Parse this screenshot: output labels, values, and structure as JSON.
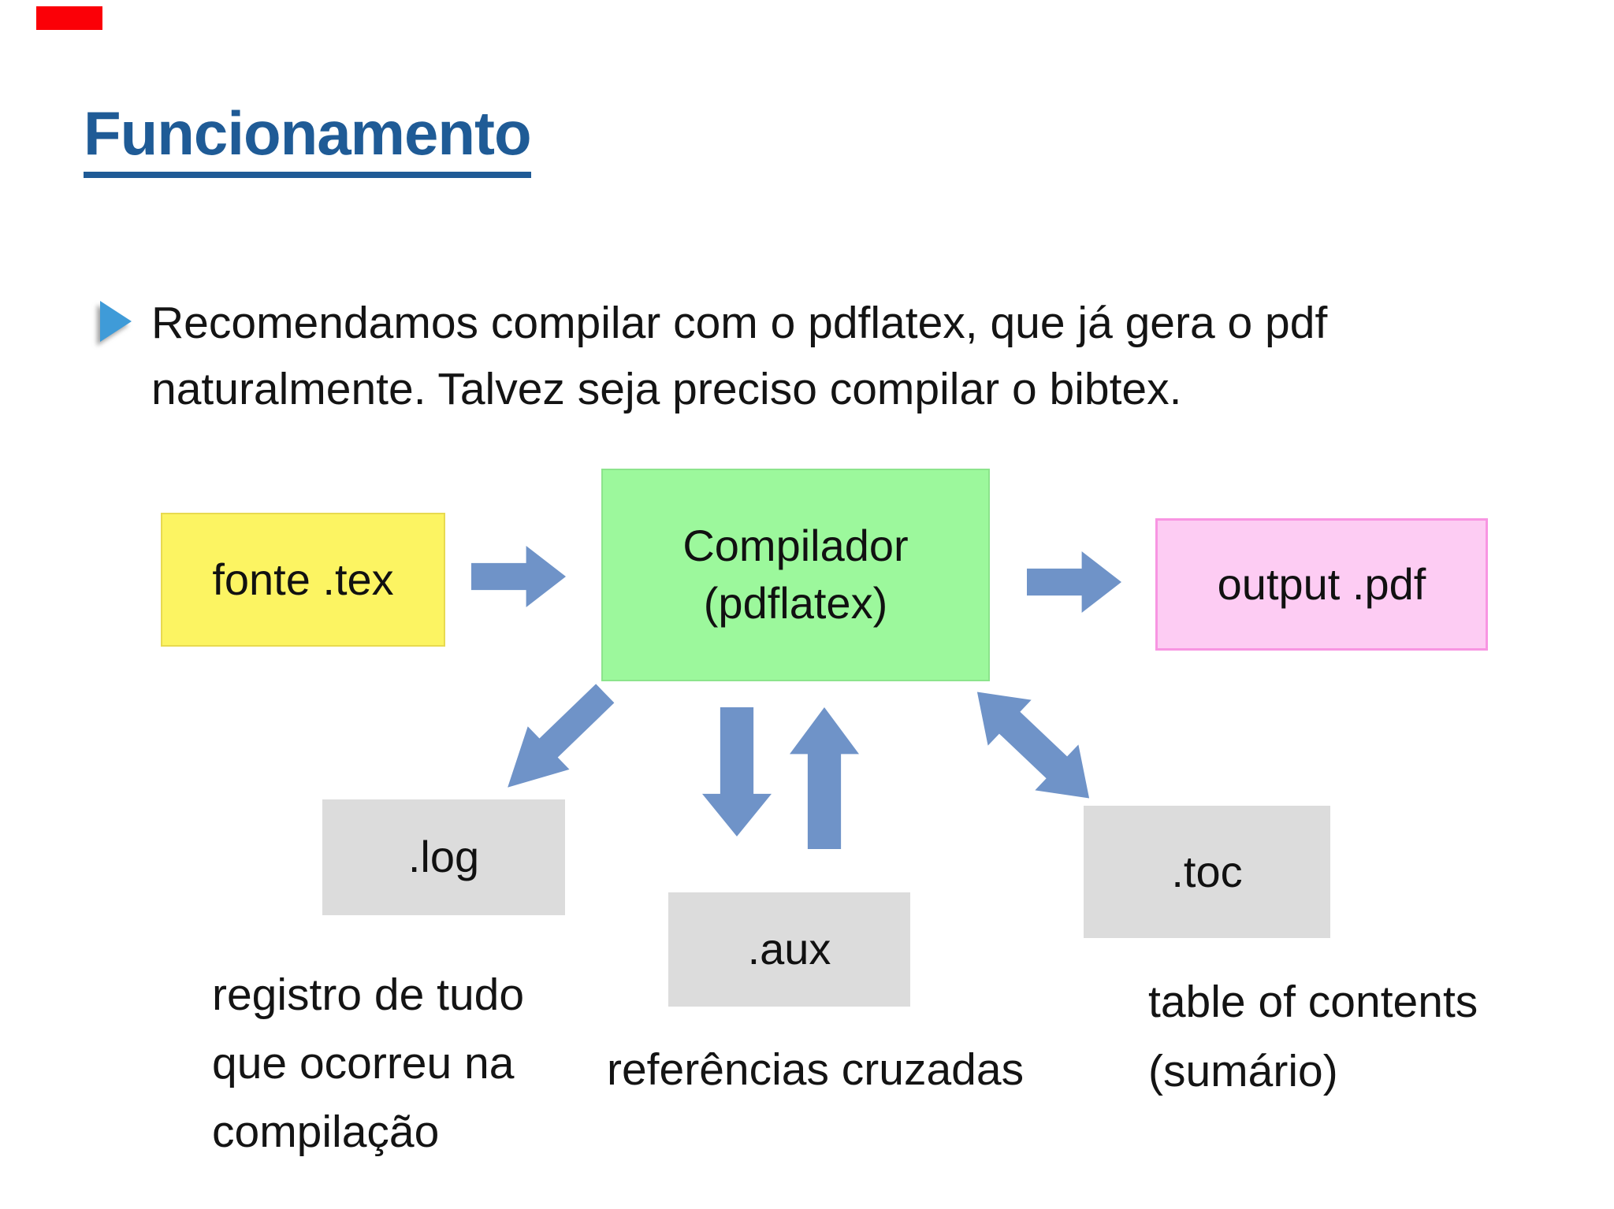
{
  "slide": {
    "marker_color": "#fb0007",
    "title": "Funcionamento",
    "title_color": "#1f5b96",
    "bullet": {
      "marker_color": "#3f9bd8",
      "line1": "Recomendamos compilar com o pdflatex, que já gera o pdf",
      "line2": "naturalmente. Talvez seja preciso compilar o bibtex."
    },
    "diagram": {
      "arrow_color": "#6f93c8",
      "nodes": {
        "fonte": {
          "label": "fonte .tex",
          "color": "#fcf462"
        },
        "compilador": {
          "line1": "Compilador",
          "line2": "(pdflatex)",
          "color": "#9cf89c"
        },
        "output": {
          "label": "output .pdf",
          "color": "#fdccf3"
        },
        "log": {
          "label": ".log",
          "color": "#dcdcdc"
        },
        "aux": {
          "label": ".aux",
          "color": "#dcdcdc"
        },
        "toc": {
          "label": ".toc",
          "color": "#dcdcdc"
        }
      },
      "captions": {
        "log": {
          "line1": "registro de tudo",
          "line2": "que ocorreu na",
          "line3": "compilação"
        },
        "aux": {
          "line1": "referências cruzadas"
        },
        "toc": {
          "line1": "table of contents",
          "line2": "(sumário)"
        }
      },
      "edges": [
        {
          "from": "fonte",
          "to": "compilador",
          "type": "arrow"
        },
        {
          "from": "compilador",
          "to": "output",
          "type": "arrow"
        },
        {
          "from": "compilador",
          "to": "log",
          "type": "arrow"
        },
        {
          "from": "compilador",
          "to": "aux",
          "type": "arrow"
        },
        {
          "from": "aux",
          "to": "compilador",
          "type": "arrow"
        },
        {
          "from": "compilador",
          "to": "toc",
          "type": "double-arrow"
        }
      ]
    }
  }
}
